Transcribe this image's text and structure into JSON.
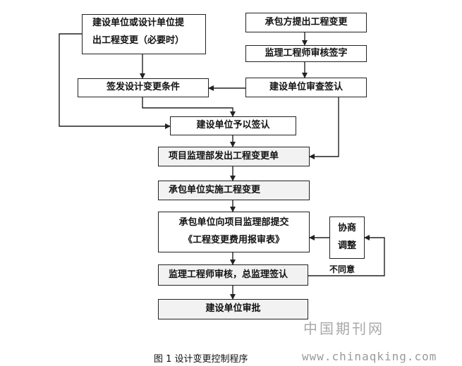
{
  "nodes": {
    "owner_or_designer_proposes": {
      "line1": "建设单位或设计单位提",
      "line2": "出工程变更（必要时）"
    },
    "contractor_proposes": "承包方提出工程变更",
    "engineer_reviews_signs": "监理工程师审核签字",
    "owner_reviews_confirms": "建设单位审查签认",
    "issue_design_change": "签发设计变更条件",
    "owner_signs_off": "建设单位予以签认",
    "supervision_issues_order": "项目监理部发出工程变更单",
    "contractor_implements": "承包单位实施工程变更",
    "contractor_submits": {
      "line1": "承包单位向项目监理部提交",
      "line2": "《工程变更费用报审表》"
    },
    "negotiate_adjust": {
      "line1": "协商",
      "line2": "调整"
    },
    "engineer_review_chief_sign": "监理工程师审核，总监理签认",
    "owner_approves": "建设单位审批"
  },
  "labels": {
    "disagree": "不同意"
  },
  "watermark": {
    "cn": "中国期刊网",
    "url": "www.chinaqking.com"
  },
  "caption": "图 1 设计变更控制程序"
}
